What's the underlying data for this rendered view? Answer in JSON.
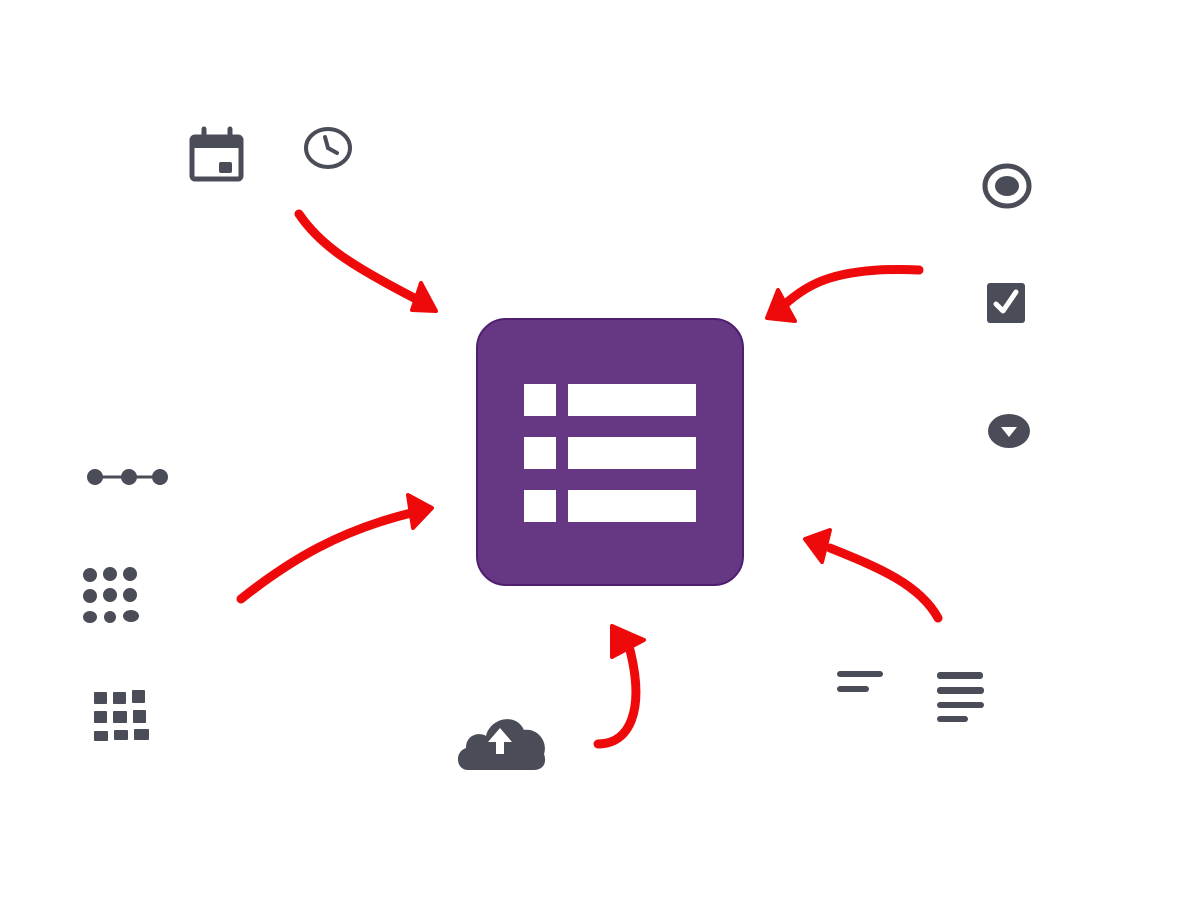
{
  "diagram": {
    "type": "hub-and-spoke",
    "description": "Form input types flowing into a forms app icon",
    "colors": {
      "background": "#ffffff",
      "hub_fill": "#663783",
      "hub_border": "#4e1f6e",
      "hub_glyph": "#ffffff",
      "icon_fill": "#4a4c57",
      "arrow": "#ee0a0a"
    },
    "hub": {
      "name": "forms-app-icon",
      "label": "Forms",
      "rows": 3
    },
    "inputs": [
      {
        "id": "date",
        "icon": "calendar-icon",
        "label": "Date"
      },
      {
        "id": "time",
        "icon": "clock-icon",
        "label": "Time"
      },
      {
        "id": "multiple-choice",
        "icon": "radio-button-icon",
        "label": "Multiple choice"
      },
      {
        "id": "checkboxes",
        "icon": "checkbox-icon",
        "label": "Checkboxes"
      },
      {
        "id": "dropdown",
        "icon": "dropdown-icon",
        "label": "Dropdown"
      },
      {
        "id": "linear-scale",
        "icon": "linear-scale-icon",
        "label": "Linear scale"
      },
      {
        "id": "multiple-choice-grid",
        "icon": "dot-grid-icon",
        "label": "Multiple choice grid"
      },
      {
        "id": "checkbox-grid",
        "icon": "square-grid-icon",
        "label": "Checkbox grid"
      },
      {
        "id": "file-upload",
        "icon": "cloud-upload-icon",
        "label": "File upload"
      },
      {
        "id": "short-answer",
        "icon": "short-answer-icon",
        "label": "Short answer"
      },
      {
        "id": "paragraph",
        "icon": "paragraph-icon",
        "label": "Paragraph"
      }
    ],
    "arrows": [
      {
        "from": "date-time-group",
        "to": "hub",
        "direction": "down-right"
      },
      {
        "from": "choice-group",
        "to": "hub",
        "direction": "down-left"
      },
      {
        "from": "grid-group",
        "to": "hub",
        "direction": "up-right"
      },
      {
        "from": "text-group",
        "to": "hub",
        "direction": "up-left"
      },
      {
        "from": "file-upload",
        "to": "hub",
        "direction": "up"
      }
    ]
  }
}
